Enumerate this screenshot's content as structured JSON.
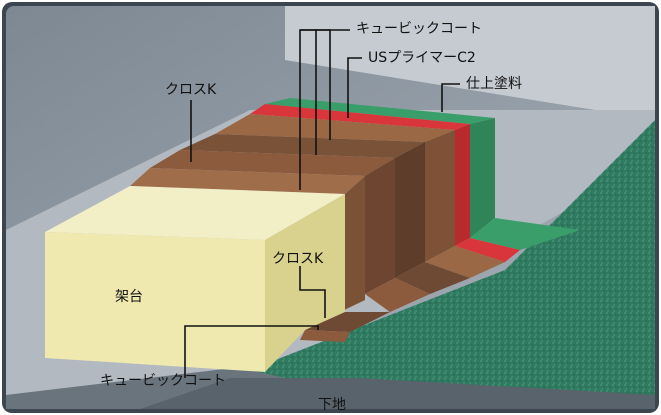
{
  "labels": {
    "cubic_coat_top": "キュービックコート",
    "us_primer": "USプライマーC2",
    "finish_paint": "仕上塗料",
    "cross_k_top": "クロスK",
    "cross_k_lower": "クロスK",
    "stand": "架台",
    "cubic_coat_bottom": "キュービックコート",
    "substrate": "下地"
  },
  "colors": {
    "background_gray": "#8b95a0",
    "top_coat_green": "#3a9e6a",
    "primer_red": "#d8363a",
    "cross_k_brown": "#8c5a3c",
    "cubic_coat_brown": "#6e4a35",
    "stand_cream": "#f2efc6",
    "floor_green": "#2f7a60"
  }
}
